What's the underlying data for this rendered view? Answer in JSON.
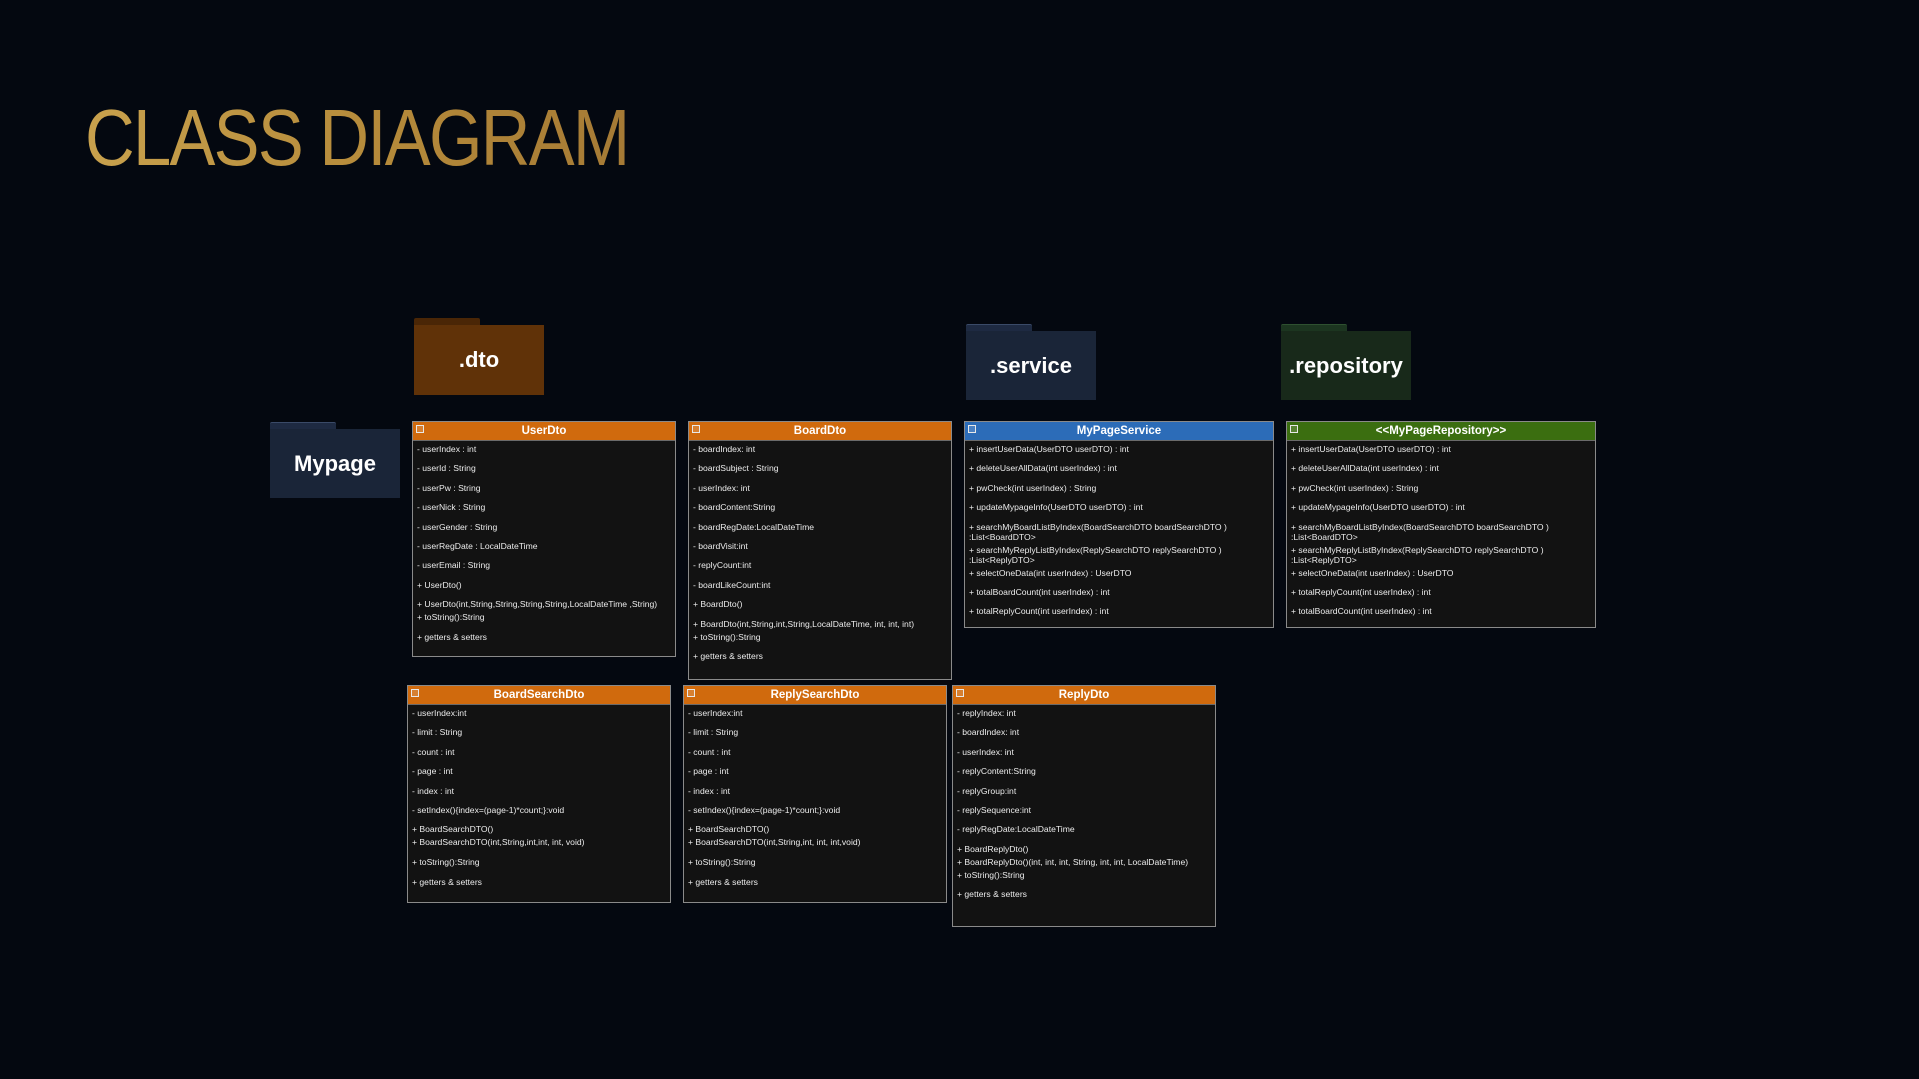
{
  "title": "CLASS DIAGRAM",
  "colors": {
    "background": "#040810",
    "title_gold": "#c8a14d",
    "dto_folder": "#603208",
    "service_folder": "#1a2538",
    "repository_folder": "#18291a",
    "mypage_folder": "#1a2538",
    "header_orange": "#d06a0d",
    "header_blue": "#2c6cb8",
    "header_green": "#3b6e10"
  },
  "folders": {
    "mypage": "Mypage",
    "dto": ".dto",
    "service": ".service",
    "repository": ".repository"
  },
  "classes": {
    "userdto": {
      "name": "UserDto",
      "rows": [
        "- userIndex : int",
        "- userId : String",
        "- userPw : String",
        "- userNick : String",
        "- userGender : String",
        "- userRegDate : LocalDateTime",
        "- userEmail : String",
        "+ UserDto()",
        "+ UserDto(int,String,String,String,String,LocalDateTime ,String)",
        "+ toString():String",
        "+ getters & setters"
      ]
    },
    "boarddto": {
      "name": "BoardDto",
      "rows": [
        "- boardIndex: int",
        "- boardSubject : String",
        "- userIndex: int",
        "- boardContent:String",
        "- boardRegDate:LocalDateTime",
        "- boardVisit:int",
        "- replyCount:int",
        "- boardLikeCount:int",
        "+ BoardDto()",
        "+ BoardDto(int,String,int,String,LocalDateTime, int, int, int)",
        "+ toString():String",
        "+ getters & setters"
      ]
    },
    "mypageservice": {
      "name": "MyPageService",
      "rows": [
        "+ insertUserData(UserDTO userDTO) : int",
        "+ deleteUserAllData(int userIndex) : int",
        "+ pwCheck(int userIndex) : String",
        "+ updateMypageInfo(UserDTO userDTO) : int",
        "+ searchMyBoardListByIndex(BoardSearchDTO boardSearchDTO ) :List<BoardDTO>",
        "+ searchMyReplyListByIndex(ReplySearchDTO replySearchDTO ) :List<ReplyDTO>",
        "+ selectOneData(int userIndex) : UserDTO",
        "+ totalBoardCount(int userIndex) : int",
        "+ totalReplyCount(int userIndex) : int"
      ]
    },
    "mypagerepository": {
      "name": "<<MyPageRepository>>",
      "rows": [
        "+ insertUserData(UserDTO userDTO) : int",
        "+ deleteUserAllData(int userIndex) : int",
        "+ pwCheck(int userIndex) : String",
        "+ updateMypageInfo(UserDTO userDTO) : int",
        "+ searchMyBoardListByIndex(BoardSearchDTO boardSearchDTO ) :List<BoardDTO>",
        "+ searchMyReplyListByIndex(ReplySearchDTO replySearchDTO ) :List<ReplyDTO>",
        "+ selectOneData(int userIndex) : UserDTO",
        "+ totalReplyCount(int userIndex) : int",
        "+ totalBoardCount(int userIndex) : int"
      ]
    },
    "boardsearchdto": {
      "name": "BoardSearchDto",
      "rows": [
        "- userIndex:int",
        "- limit : String",
        "- count : int",
        "- page : int",
        "- index : int",
        "- setIndex(){index=(page-1)*count;}:void",
        "+ BoardSearchDTO()",
        "+ BoardSearchDTO(int,String,int,int, int, void)",
        "+ toString():String",
        "+ getters & setters"
      ]
    },
    "replysearchdto": {
      "name": "ReplySearchDto",
      "rows": [
        "- userIndex:int",
        "- limit : String",
        "- count : int",
        "- page : int",
        "- index : int",
        "- setIndex(){index=(page-1)*count;}:void",
        "+ BoardSearchDTO()",
        "+ BoardSearchDTO(int,String,int, int, int,void)",
        "+ toString():String",
        "+ getters & setters"
      ]
    },
    "replydto": {
      "name": "ReplyDto",
      "rows": [
        "- replyIndex: int",
        "- boardIndex: int",
        "- userIndex: int",
        "- replyContent:String",
        "- replyGroup:int",
        "- replySequence:int",
        "- replyRegDate:LocalDateTime",
        "+ BoardReplyDto()",
        "+ BoardReplyDto()(int, int, int, String, int, int, LocalDateTime)",
        "+ toString():String",
        "+ getters & setters"
      ]
    }
  }
}
